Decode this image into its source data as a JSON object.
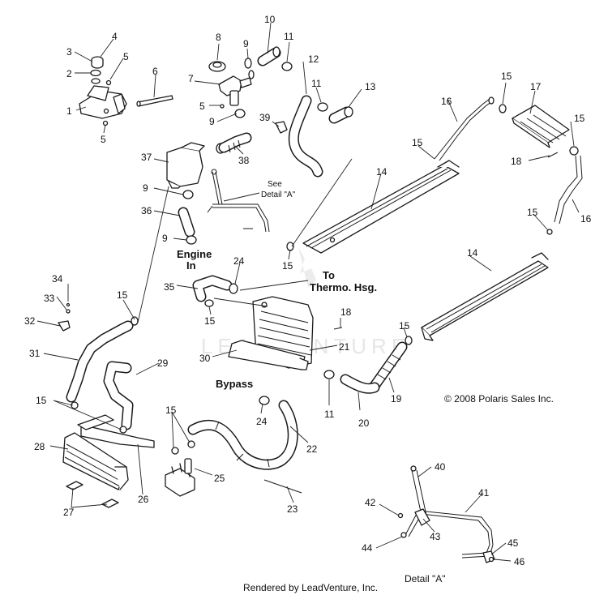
{
  "callouts": [
    "1",
    "2",
    "3",
    "4",
    "5",
    "5",
    "5",
    "6",
    "7",
    "8",
    "9",
    "9",
    "9",
    "9",
    "10",
    "11",
    "11",
    "11",
    "12",
    "13",
    "14",
    "14",
    "15",
    "15",
    "15",
    "15",
    "15",
    "15",
    "15",
    "15",
    "15",
    "15",
    "16",
    "16",
    "17",
    "18",
    "18",
    "19",
    "20",
    "21",
    "22",
    "23",
    "24",
    "24",
    "25",
    "26",
    "27",
    "28",
    "29",
    "30",
    "31",
    "32",
    "33",
    "34",
    "35",
    "36",
    "37",
    "38",
    "39",
    "40",
    "41",
    "42",
    "43",
    "44",
    "45",
    "46"
  ],
  "annotations": {
    "see_detail": "See\nDetail \"A\"",
    "engine_in": "Engine\nIn",
    "to_thermo": "To\nThermo. Hsg.",
    "bypass": "Bypass",
    "detail_a": "Detail \"A\""
  },
  "copyright": "© 2008 Polaris Sales Inc.",
  "footer": "Rendered by LeadVenture, Inc.",
  "watermark": "LEADVENTURE"
}
